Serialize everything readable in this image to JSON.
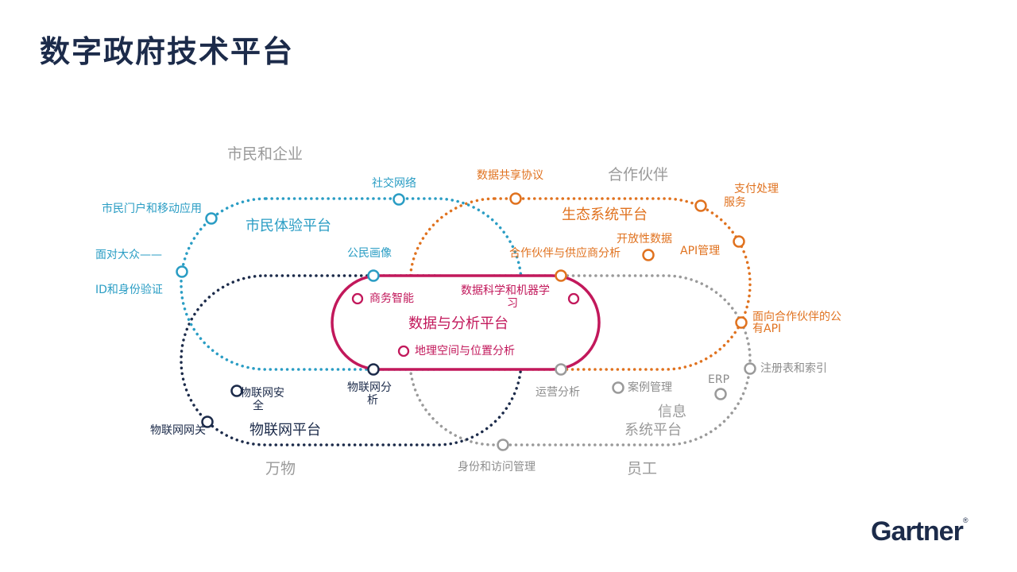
{
  "title": "数字政府技术平台",
  "zones": {
    "citizens": "市民和企业",
    "partners": "合作伙伴",
    "things": "万物",
    "employees": "员工"
  },
  "platforms": {
    "citizen": "市民体验平台",
    "ecosystem": "生态系统平台",
    "data": "数据与分析平台",
    "iot": "物联网平台",
    "info_line1": "信息",
    "info_line2": "系统平台"
  },
  "nodes": {
    "social": "社交网络",
    "portal": "市民门户和移动应用",
    "facing_line1": "面对大众——",
    "facing_line2": "ID和身份验证",
    "profile": "公民画像",
    "data_sharing": "数据共享协议",
    "payment_line1": "支付处理",
    "payment_line2": "服务",
    "open_data": "开放性数据",
    "api_mgmt": "API管理",
    "partner_analytics": "合作伙伴与供应商分析",
    "public_api_line1": "面向合作伙伴的公",
    "public_api_line2": "有API",
    "bi": "商务智能",
    "ds_ml_line1": "数据科学和机器学",
    "ds_ml_line2": "习",
    "geo": "地理空间与位置分析",
    "iot_analytics_line1": "物联网分",
    "iot_analytics_line2": "析",
    "iot_security_line1": "物联网安",
    "iot_security_line2": "全",
    "iot_gateway": "物联网网关",
    "ops_analytics": "运营分析",
    "case_mgmt": "案例管理",
    "erp": "ERP",
    "registry": "注册表和索引",
    "iam": "身份和访问管理"
  },
  "colors": {
    "citizen": "#2a9dc4",
    "ecosystem": "#e0721f",
    "data": "#c2185b",
    "iot": "#1c2b4a",
    "info": "#9a9a9a"
  },
  "logo": "Gartner"
}
